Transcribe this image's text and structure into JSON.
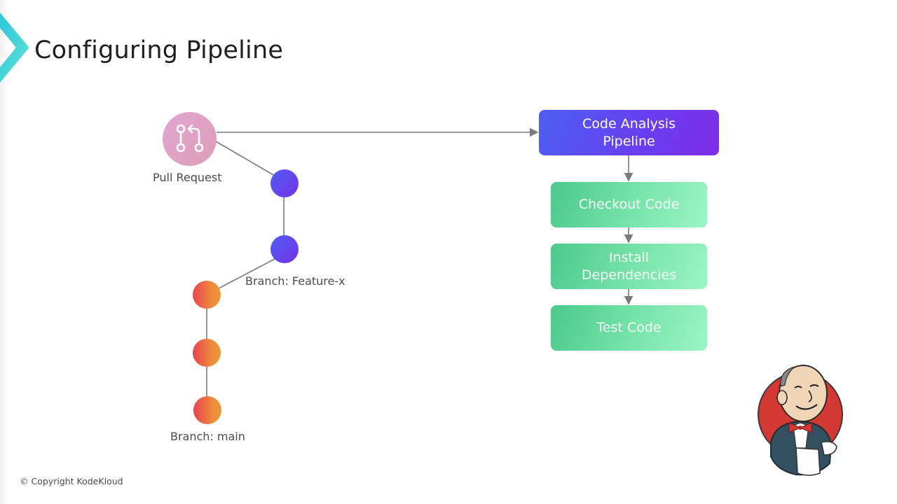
{
  "slide": {
    "title": "Configuring Pipeline",
    "copyright": "© Copyright KodeKloud",
    "accent_color": "#3dd6e0"
  },
  "git_graph": {
    "pull_request": {
      "label": "Pull Request",
      "icon": "git-pull-request-icon",
      "color": "#e0a3c6"
    },
    "feature_branch": {
      "label": "Branch: Feature-x",
      "commit_count": 2,
      "color": "#5a4ff0"
    },
    "main_branch": {
      "label": "Branch: main",
      "commit_count": 3,
      "color": "#ec7a3e"
    }
  },
  "pipeline": {
    "header": {
      "line1": "Code Analysis",
      "line2": "Pipeline"
    },
    "stages": [
      {
        "line1": "Checkout Code",
        "line2": ""
      },
      {
        "line1": "Install",
        "line2": "Dependencies"
      },
      {
        "line1": "Test Code",
        "line2": ""
      }
    ]
  },
  "mascot": {
    "name": "Jenkins",
    "icon": "jenkins-butler-icon"
  }
}
